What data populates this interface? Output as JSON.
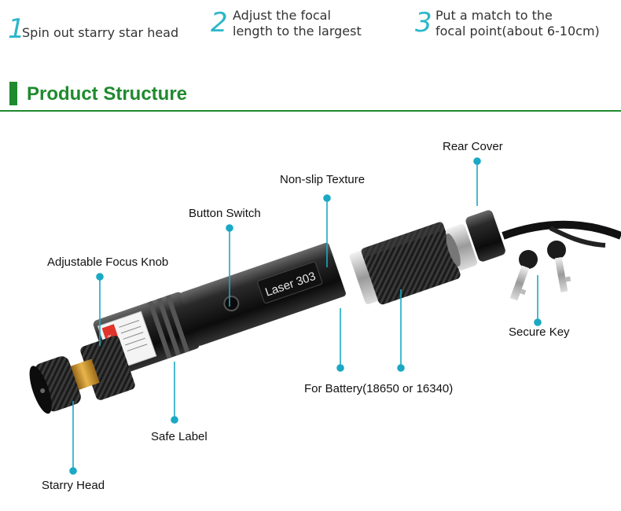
{
  "steps": [
    {
      "number": "1",
      "text_lines": [
        "Spin out starry star head"
      ]
    },
    {
      "number": "2",
      "text_lines": [
        "Adjust the focal",
        "length to the largest"
      ]
    },
    {
      "number": "3",
      "text_lines": [
        "Put a match to the",
        "focal point(about 6-10cm)"
      ]
    }
  ],
  "section": {
    "title": "Product Structure"
  },
  "laser_body_label": "Laser 303",
  "danger_label": "DANGER",
  "callouts": {
    "rear_cover": "Rear Cover",
    "non_slip_texture": "Non-slip Texture",
    "button_switch": "Button Switch",
    "adjustable_focus_knob": "Adjustable Focus Knob",
    "secure_key": "Secure Key",
    "for_battery": "For Battery(18650 or 16340)",
    "safe_label": "Safe Label",
    "starry_head": "Starry Head"
  },
  "colors": {
    "accent": "#1f8a2e",
    "step_number": "#2bb7c9",
    "leader": "#1aa9c4"
  }
}
